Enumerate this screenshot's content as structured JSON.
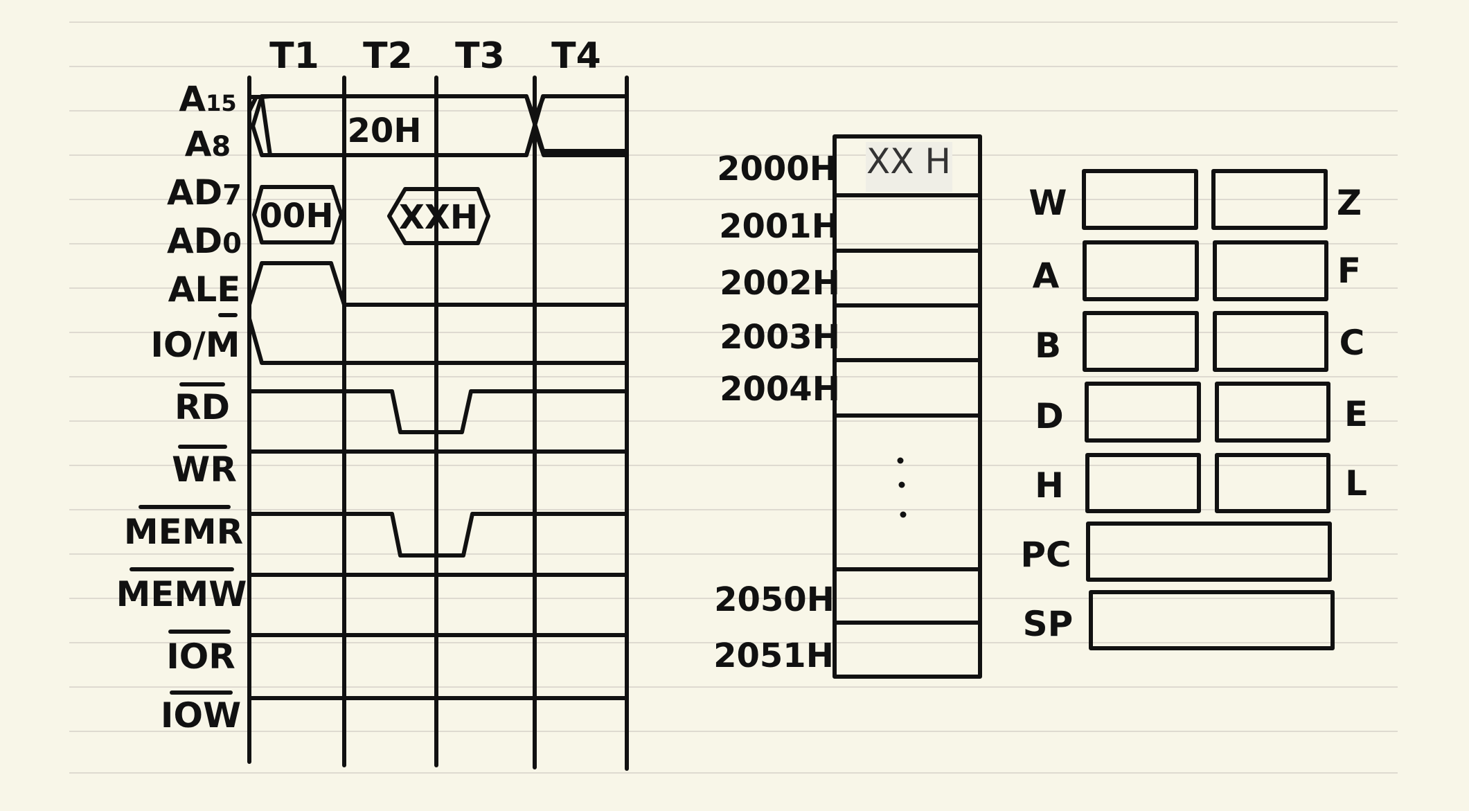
{
  "timing": {
    "states": [
      "T1",
      "T2",
      "T3",
      "T4"
    ],
    "signals": [
      {
        "id": "a15",
        "label": "A15"
      },
      {
        "id": "a8",
        "label": "A8"
      },
      {
        "id": "ad7",
        "label": "AD7"
      },
      {
        "id": "ad0",
        "label": "AD0"
      },
      {
        "id": "ale",
        "label": "ALE"
      },
      {
        "id": "iom",
        "label": "IO/M",
        "overbar": "M"
      },
      {
        "id": "rd",
        "label": "RD",
        "overbar": "RD"
      },
      {
        "id": "wr",
        "label": "WR",
        "overbar": "WR"
      },
      {
        "id": "memr",
        "label": "MEMR",
        "overbar": "MEMR"
      },
      {
        "id": "memw",
        "label": "MEMW",
        "overbar": "MEMW"
      },
      {
        "id": "ior",
        "label": "IOR",
        "overbar": "IOR"
      },
      {
        "id": "iow",
        "label": "IOW",
        "overbar": "IOW"
      }
    ],
    "bus_values": {
      "high_address": "20H",
      "low_address": "00H",
      "data": "XXH"
    }
  },
  "memory": {
    "addresses": [
      "2000H",
      "2001H",
      "2002H",
      "2003H",
      "2004H",
      "2050H",
      "2051H"
    ],
    "first_cell_content": "XX H",
    "ellipsis": "⋮"
  },
  "registers": {
    "pairs": [
      {
        "left": "W",
        "right": "Z"
      },
      {
        "left": "A",
        "right": "F"
      },
      {
        "left": "B",
        "right": "C"
      },
      {
        "left": "D",
        "right": "E"
      },
      {
        "left": "H",
        "right": "L"
      }
    ],
    "singles": [
      "PC",
      "SP"
    ]
  }
}
